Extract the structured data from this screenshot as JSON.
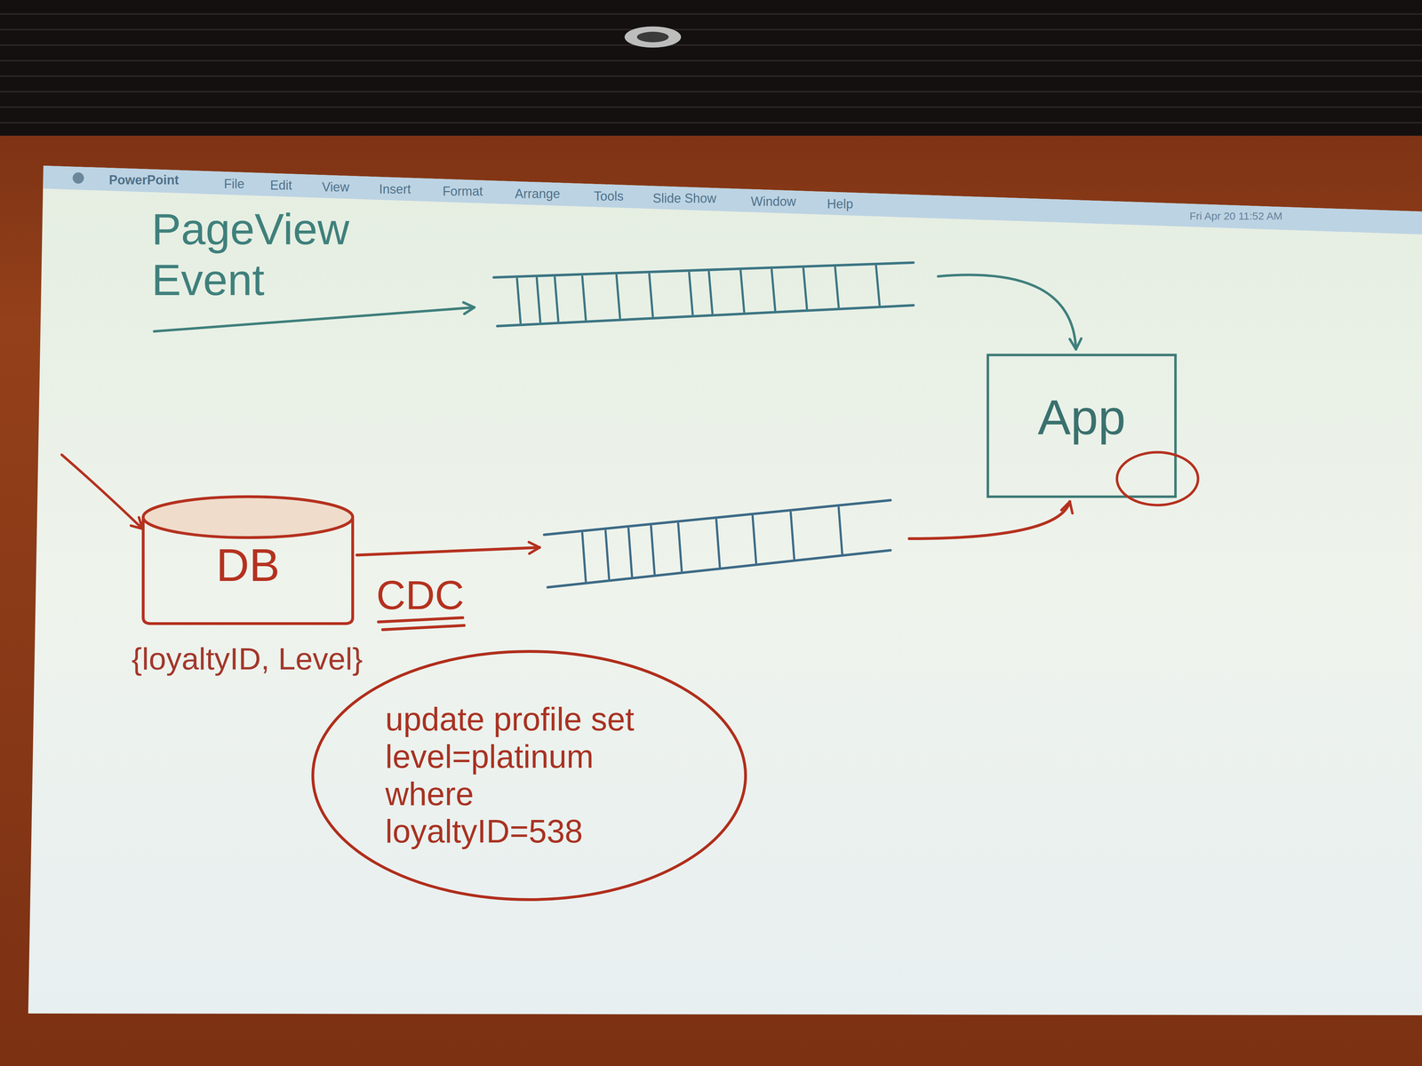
{
  "diagram": {
    "nodes": [
      {
        "text": [
          "App"
        ]
      },
      {
        "text": [
          "DB"
        ]
      },
      {
        "text": [
          "update profile set level=platinum where loyaltyID=538"
        ]
      }
    ],
    "edges": [
      {
        "from": 1,
        "to": 0,
        "label": "CDC",
        "arrow": "to"
      }
    ],
    "labels": [
      "PowerPoint",
      "File",
      "Edit",
      "View",
      "Insert",
      "Format",
      "Arrange",
      "Tools",
      "Slide Show",
      "Window",
      "Help",
      "Fri Apr 20 11:52 AM",
      "PageView Event",
      "{loyaltyID, Level}"
    ]
  }
}
